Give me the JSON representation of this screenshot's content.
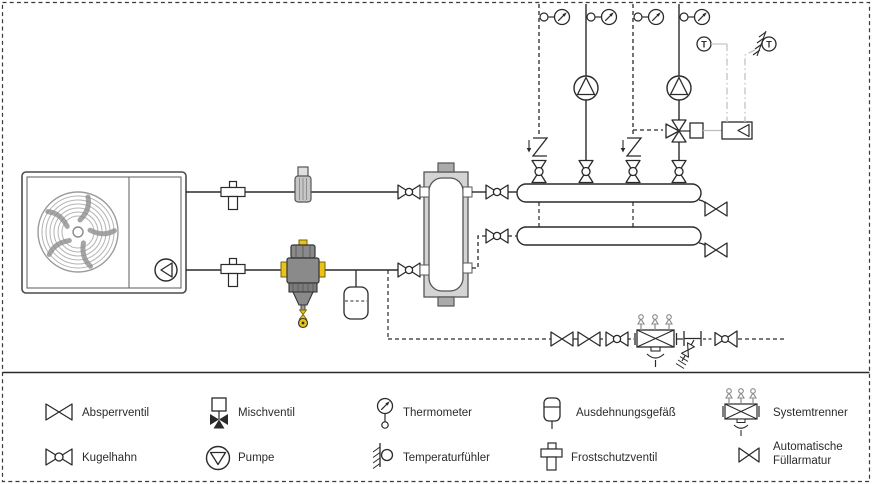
{
  "diagram": {
    "sensor_label": "T",
    "description": "Heat pump hydraulic schematic",
    "components": [
      "heat-pump",
      "frost-protection-valve",
      "flow-sensor",
      "magnetite-filter",
      "expansion-vessel",
      "ball-valve",
      "buffer-tank",
      "supply-manifold",
      "return-manifold",
      "heating-circuit-pump",
      "overflow-valve",
      "mixing-valve",
      "mixing-valve-actuator",
      "controller",
      "room-sensor",
      "system-separator",
      "drain-valve",
      "shutoff-valve"
    ],
    "colors": {
      "line": "#2a2a2a",
      "tank_fill": "#d4d4d4",
      "filter_body": "#8a8a8a",
      "brass_yellow": "#e8c31c",
      "signal_gray": "#c4c4c4",
      "fan_gray": "#9a9a9a"
    }
  },
  "legend": {
    "items": [
      {
        "label": "Absperrventil",
        "icon": "shutoff-valve-icon"
      },
      {
        "label": "Mischventil",
        "icon": "mixing-valve-icon"
      },
      {
        "label": "Thermometer",
        "icon": "thermometer-icon"
      },
      {
        "label": "Ausdehnungsgefäß",
        "icon": "expansion-vessel-icon"
      },
      {
        "label": "Systemtrenner",
        "icon": "system-separator-icon"
      },
      {
        "label": "Kugelhahn",
        "icon": "ball-valve-icon"
      },
      {
        "label": "Pumpe",
        "icon": "pump-icon"
      },
      {
        "label": "Temperaturfühler",
        "icon": "temperature-sensor-icon"
      },
      {
        "label": "Frostschutzventil",
        "icon": "frost-protection-valve-icon"
      },
      {
        "label": "Automatische Füllarmatur",
        "lines": [
          "Automatische",
          "Füllarmatur"
        ],
        "icon": "auto-fill-valve-icon"
      }
    ]
  }
}
